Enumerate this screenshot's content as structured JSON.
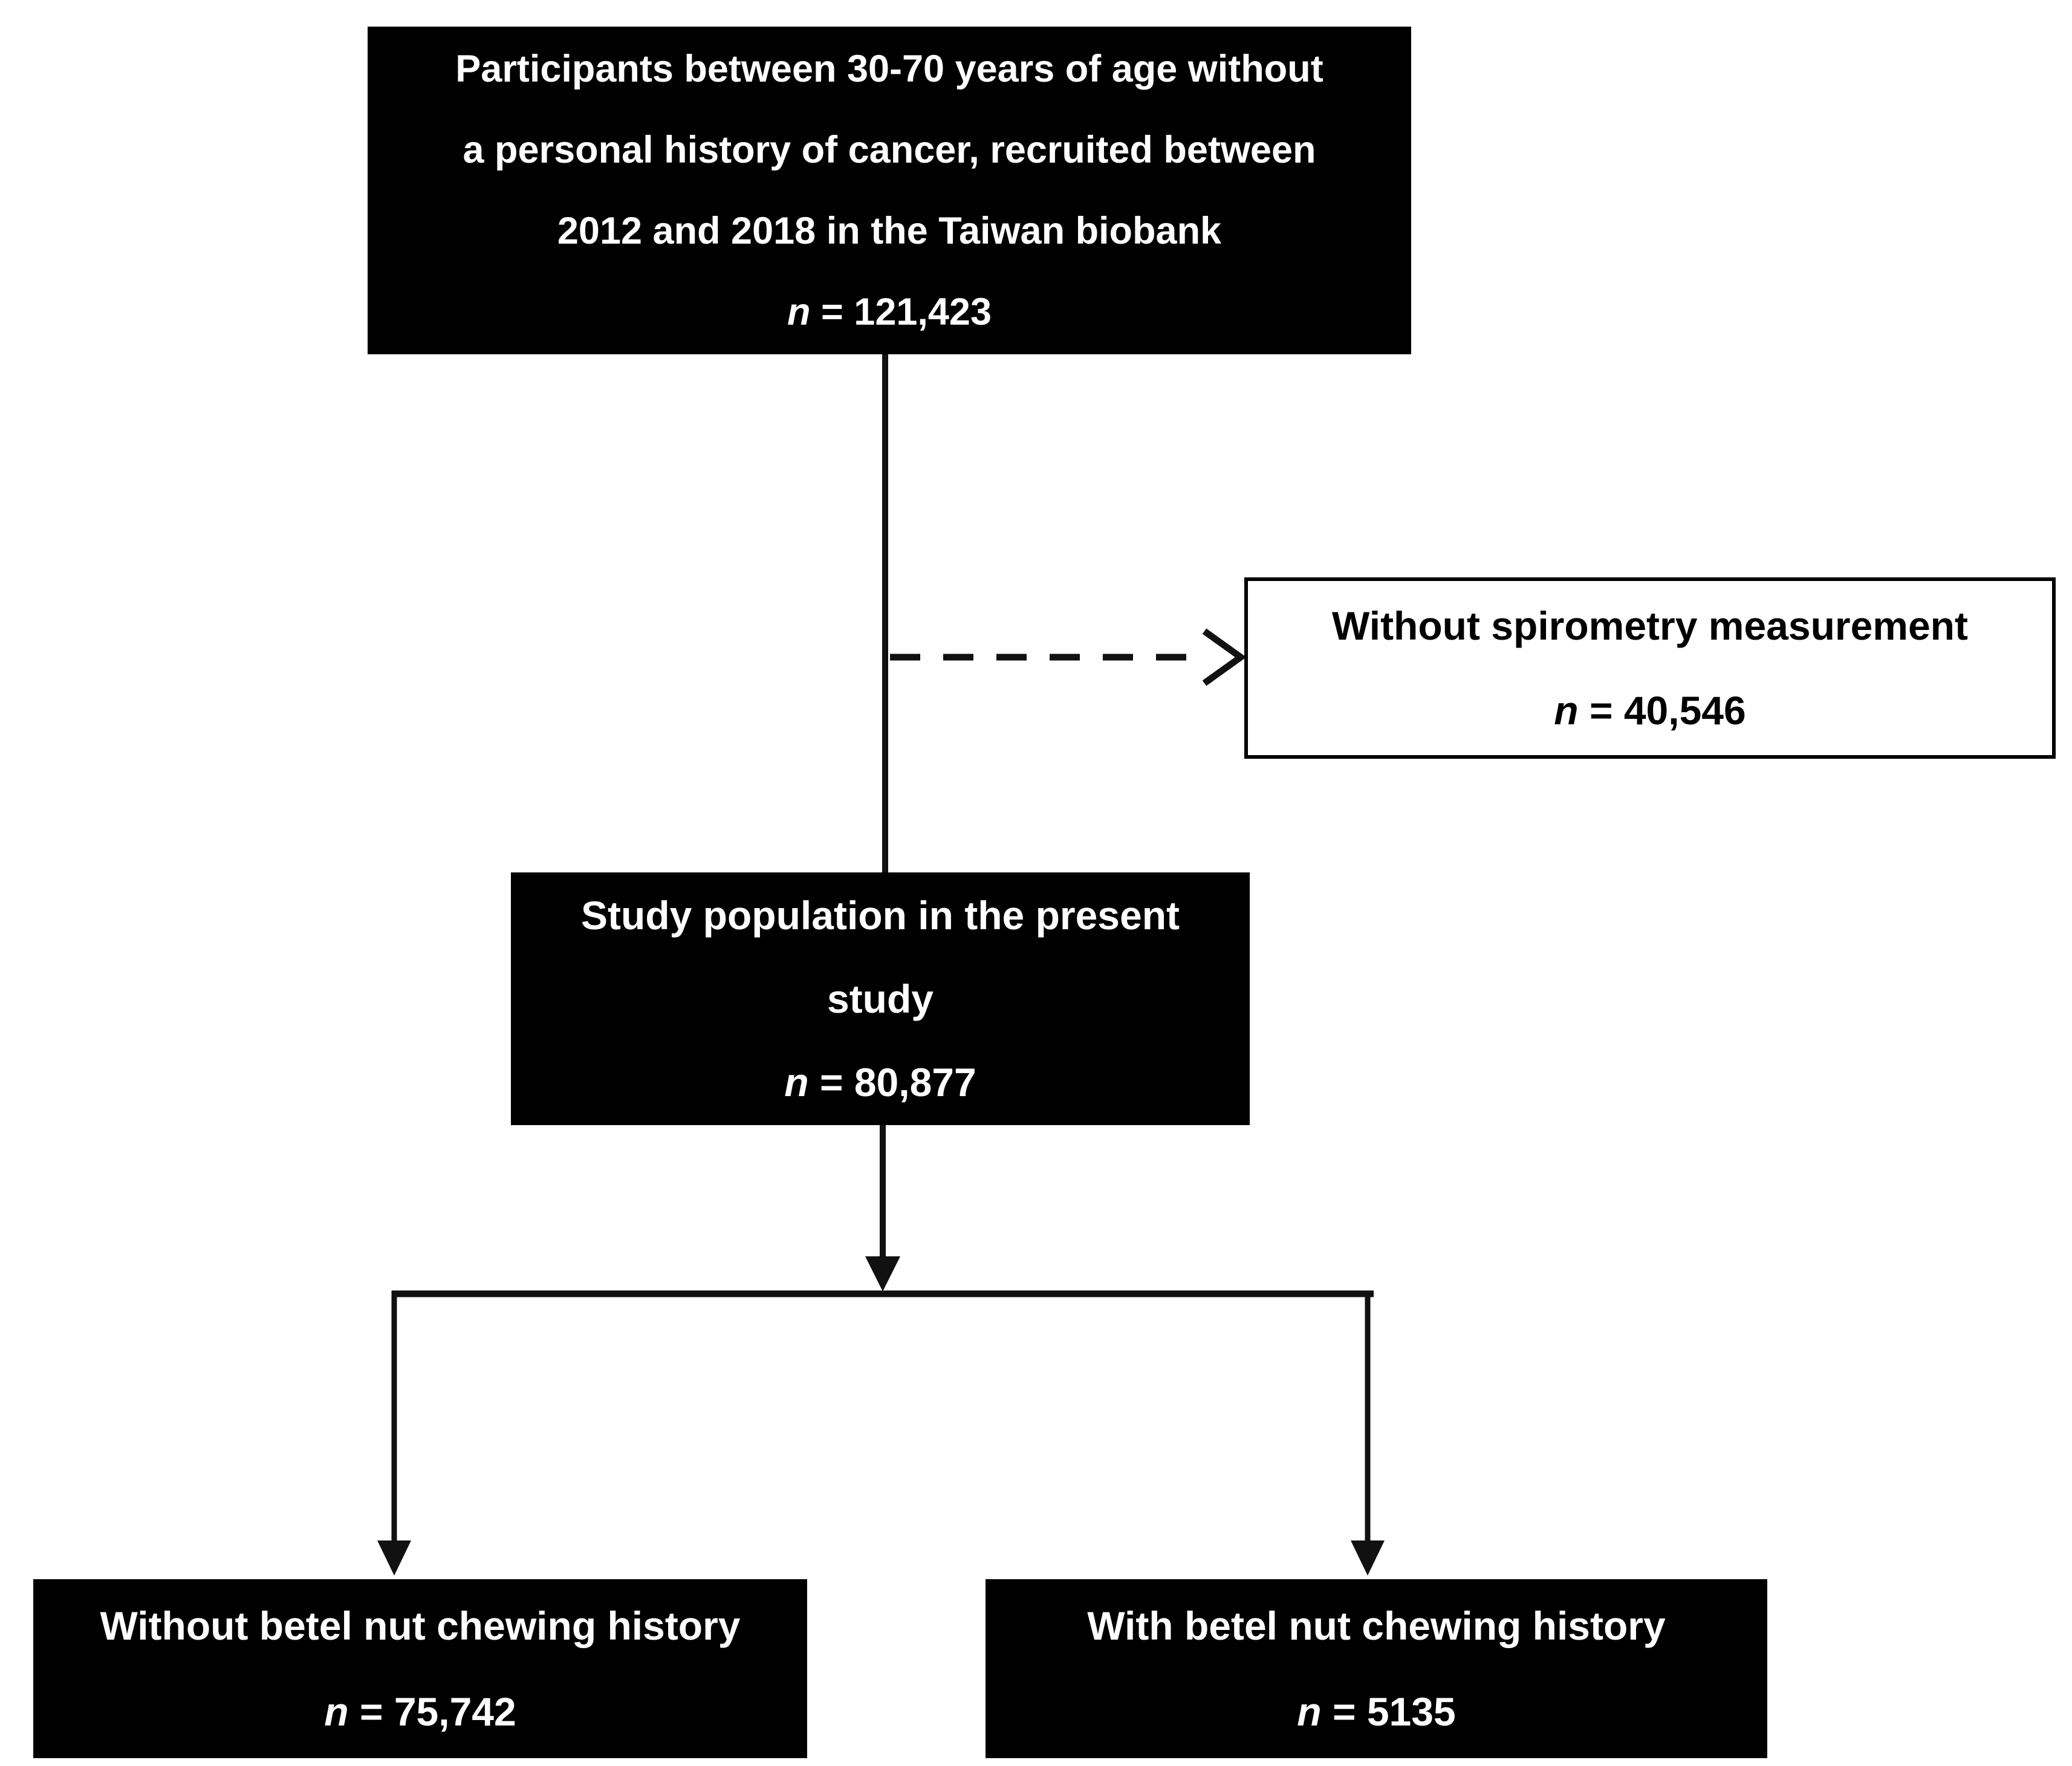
{
  "diagram": {
    "colors": {
      "box_fill": "#000000",
      "box_text": "#ffffff",
      "outline_box_fill": "#ffffff",
      "outline_box_border": "#000000",
      "outline_box_text": "#000000",
      "connector": "#111111",
      "background": "#ffffff"
    },
    "nodes": {
      "participants": {
        "lines": [
          "Participants between 30-70 years of age without",
          "a personal history of cancer, recruited between",
          "2012 and 2018 in the Taiwan biobank"
        ],
        "n_var": "n",
        "n_rest": "= 121,423"
      },
      "no_spirometry": {
        "lines": [
          "Without spirometry measurement"
        ],
        "n_var": "n",
        "n_rest": "= 40,546"
      },
      "study_population": {
        "lines": [
          "Study population in the present",
          "study"
        ],
        "n_var": "n",
        "n_rest": "= 80,877"
      },
      "without_betel": {
        "lines": [
          "Without betel nut chewing history"
        ],
        "n_var": "n",
        "n_rest": "= 75,742"
      },
      "with_betel": {
        "lines": [
          "With betel nut chewing history"
        ],
        "n_var": "n",
        "n_rest": "= 5135"
      }
    }
  }
}
